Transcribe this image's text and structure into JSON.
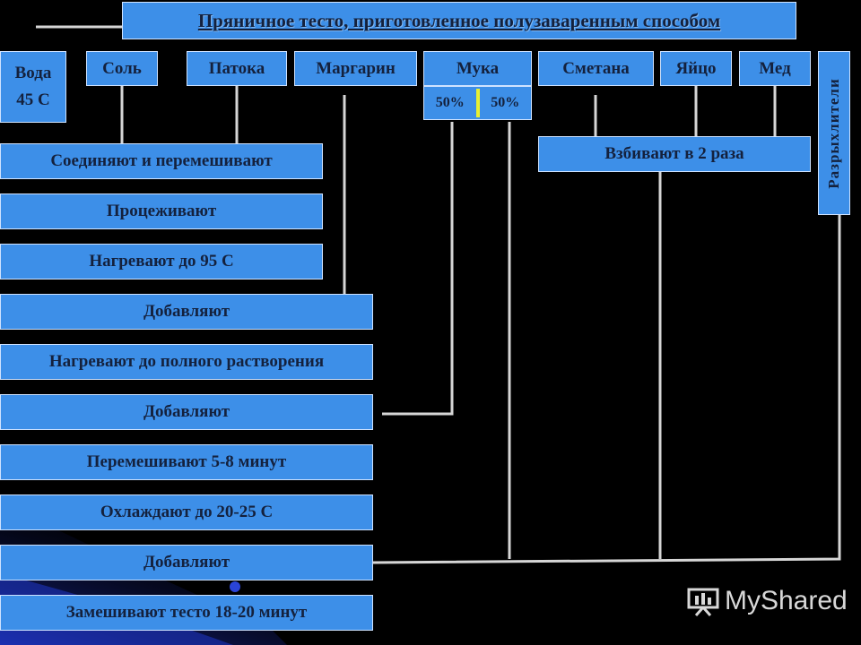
{
  "title": "Пряничное тесто, приготовленное полузаваренным способом",
  "ingredients": {
    "water": {
      "label": "Вода",
      "temp": "45 С"
    },
    "salt": "Соль",
    "treacle": "Патока",
    "margarine": "Маргарин",
    "flour": {
      "label": "Мука",
      "part_a": "50%",
      "part_b": "50%"
    },
    "sour_cream": "Сметана",
    "egg": "Яйцо",
    "honey": "Мед",
    "leavening": "Разрыхлители"
  },
  "beat": "Взбивают в 2 раза",
  "steps": [
    "Соединяют и перемешивают",
    "Процеживают",
    "Нагревают до 95 С",
    "Добавляют",
    "Нагревают до полного растворения",
    "Добавляют",
    "Перемешивают 5-8 минут",
    "Охлаждают до 20-25 С",
    "Добавляют",
    "Замешивают тесто 18-20 минут"
  ],
  "watermark": "MyShared",
  "colors": {
    "box": "#3d8fe8",
    "connector": "#d6d6d6",
    "background": "#000000",
    "divider": "#e8f032"
  }
}
